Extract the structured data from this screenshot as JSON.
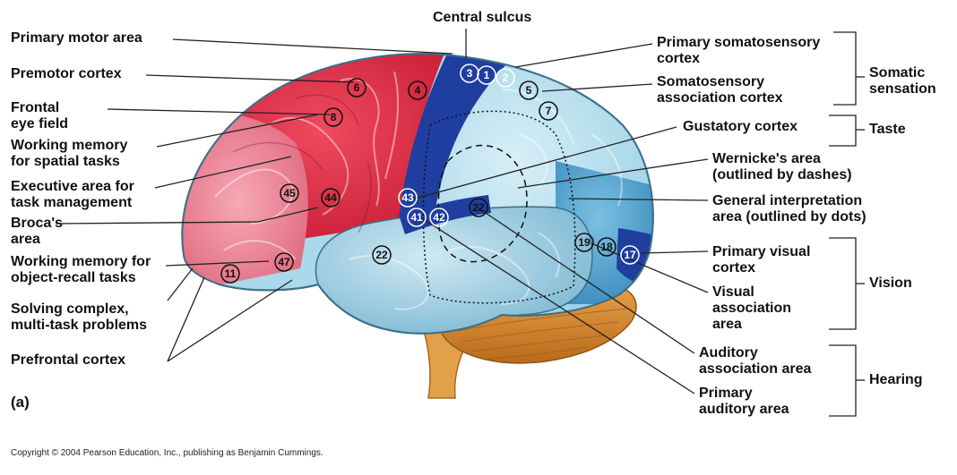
{
  "left_labels": [
    {
      "id": "primary-motor-area",
      "text": "Primary motor area"
    },
    {
      "id": "premotor-cortex",
      "text": "Premotor cortex"
    },
    {
      "id": "frontal-eye-field",
      "text": "Frontal\neye field"
    },
    {
      "id": "working-memory-spatial",
      "text": "Working memory\nfor spatial tasks"
    },
    {
      "id": "executive-area",
      "text": "Executive area for\ntask management"
    },
    {
      "id": "brocas-area",
      "text": "Broca's\narea"
    },
    {
      "id": "working-memory-object",
      "text": "Working memory for\nobject-recall tasks"
    },
    {
      "id": "solving-complex",
      "text": "Solving complex,\nmulti-task problems"
    },
    {
      "id": "prefrontal-cortex",
      "text": "Prefrontal cortex"
    }
  ],
  "top_label": "Central sulcus",
  "right_labels": [
    {
      "id": "primary-somatosensory",
      "text": "Primary somatosensory\ncortex"
    },
    {
      "id": "somatosensory-association",
      "text": "Somatosensory\nassociation cortex"
    },
    {
      "id": "gustatory-cortex",
      "text": "Gustatory cortex"
    },
    {
      "id": "wernickes-area",
      "text": "Wernicke's area\n(outlined by dashes)"
    },
    {
      "id": "general-interpretation",
      "text": "General interpretation\narea (outlined by dots)"
    },
    {
      "id": "primary-visual",
      "text": "Primary visual\ncortex"
    },
    {
      "id": "visual-association",
      "text": "Visual\nassociation\narea"
    },
    {
      "id": "auditory-association",
      "text": "Auditory\nassociation area"
    },
    {
      "id": "primary-auditory",
      "text": "Primary\nauditory area"
    }
  ],
  "groups": [
    {
      "id": "somatic-sensation",
      "text": "Somatic\nsensation"
    },
    {
      "id": "taste",
      "text": "Taste"
    },
    {
      "id": "vision",
      "text": "Vision"
    },
    {
      "id": "hearing",
      "text": "Hearing"
    }
  ],
  "area_numbers": [
    "3",
    "1",
    "2",
    "5",
    "7",
    "6",
    "4",
    "8",
    "45",
    "44",
    "43",
    "41",
    "42",
    "22",
    "22",
    "19",
    "18",
    "17",
    "11",
    "47"
  ],
  "figure_label": "(a)",
  "copyright": "Copyright © 2004 Pearson Education, Inc., publishing as Benjamin Cummings.",
  "colors": {
    "frontal_red": "#d9243f",
    "prefrontal_pink": "#ec7f93",
    "motor_strip_blue": "#1f3ea0",
    "parietal_light_blue": "#a9d9ea",
    "occipital_blue": "#4aa3cf",
    "temporal_blue": "#9ccfe2",
    "cerebellum_orange": "#d88a2e",
    "brainstem_orange": "#e3a04a"
  }
}
